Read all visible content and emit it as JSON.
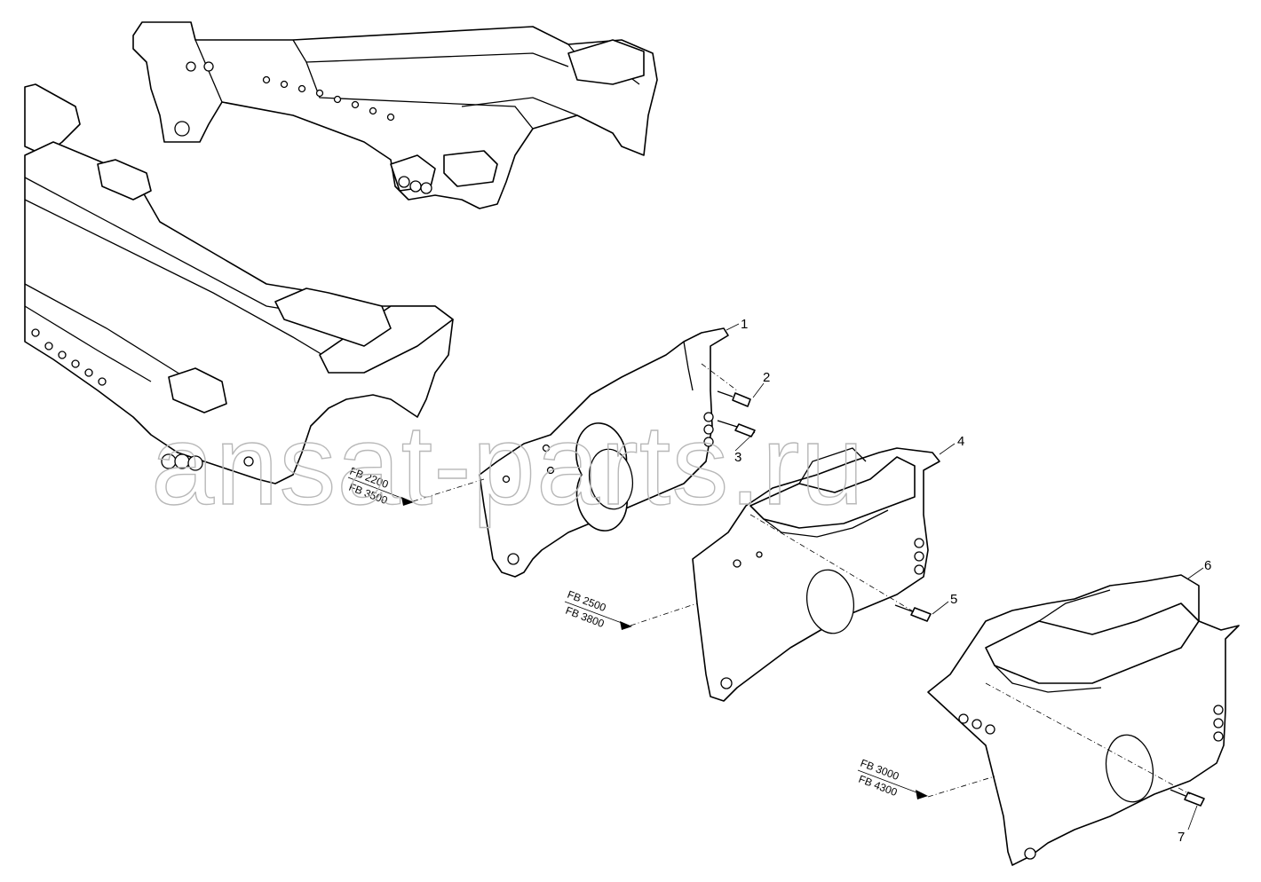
{
  "watermark": "ansat-parts.ru",
  "callouts": [
    "1",
    "2",
    "3",
    "4",
    "5",
    "6",
    "7"
  ],
  "fb_groups": [
    {
      "top": "FB 2200",
      "bottom": "FB 3500"
    },
    {
      "top": "FB 2500",
      "bottom": "FB 3800"
    },
    {
      "top": "FB 3000",
      "bottom": "FB 4300"
    }
  ]
}
